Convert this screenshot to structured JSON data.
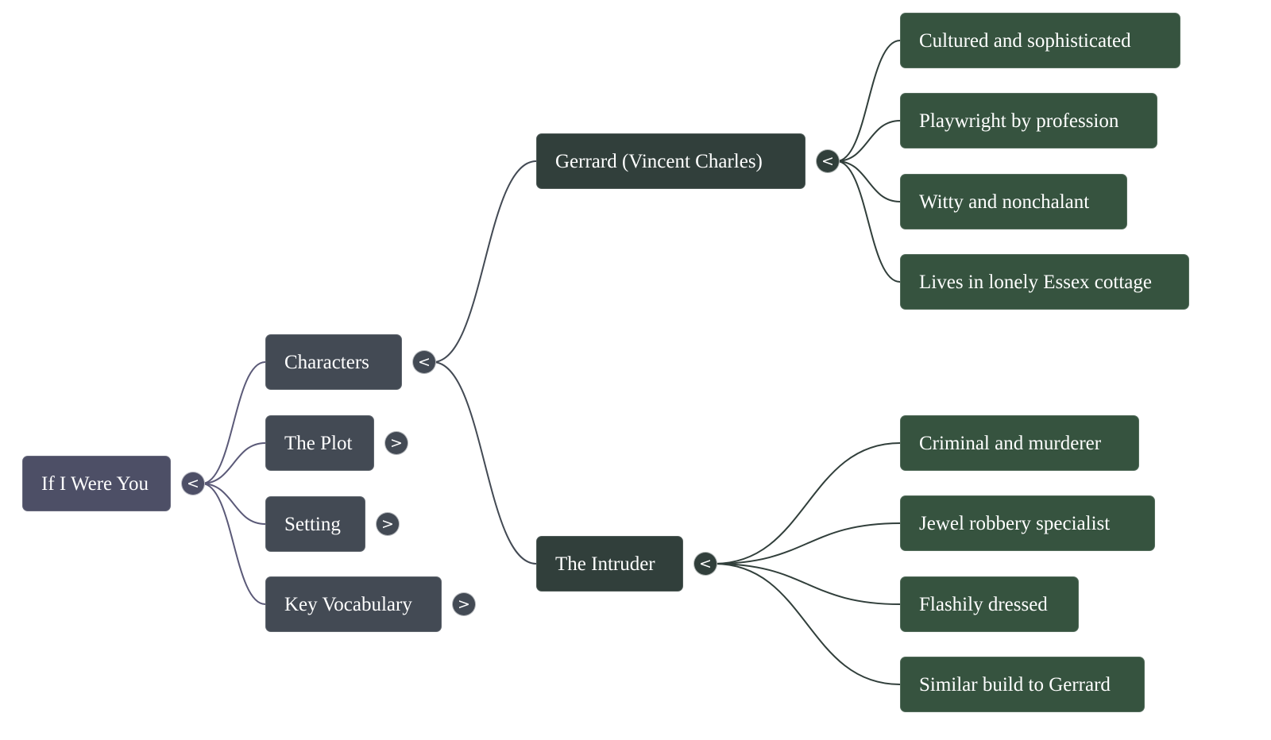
{
  "mindmap": {
    "root": {
      "label": "If I Were You",
      "toggle": "<",
      "state": "expanded"
    },
    "branches": [
      {
        "label": "Characters",
        "toggle": "<",
        "state": "expanded"
      },
      {
        "label": "The Plot",
        "toggle": ">",
        "state": "collapsed"
      },
      {
        "label": "Setting",
        "toggle": ">",
        "state": "collapsed"
      },
      {
        "label": "Key Vocabulary",
        "toggle": ">",
        "state": "collapsed"
      }
    ],
    "characters": [
      {
        "label": "Gerrard (Vincent Charles)",
        "toggle": "<",
        "state": "expanded",
        "traits": [
          "Cultured and sophisticated",
          "Playwright by profession",
          "Witty and nonchalant",
          "Lives in lonely Essex cottage"
        ]
      },
      {
        "label": "The Intruder",
        "toggle": "<",
        "state": "expanded",
        "traits": [
          "Criminal and murderer",
          "Jewel robbery specialist",
          "Flashily dressed",
          "Similar build to Gerrard"
        ]
      }
    ]
  },
  "colors": {
    "root": "#4d4f66",
    "branch": "#434a54",
    "character": "#313f3b",
    "trait": "#36533f",
    "link_root": "#5b5a78",
    "link_branch": "#434a54",
    "link_character": "#313f3b"
  }
}
